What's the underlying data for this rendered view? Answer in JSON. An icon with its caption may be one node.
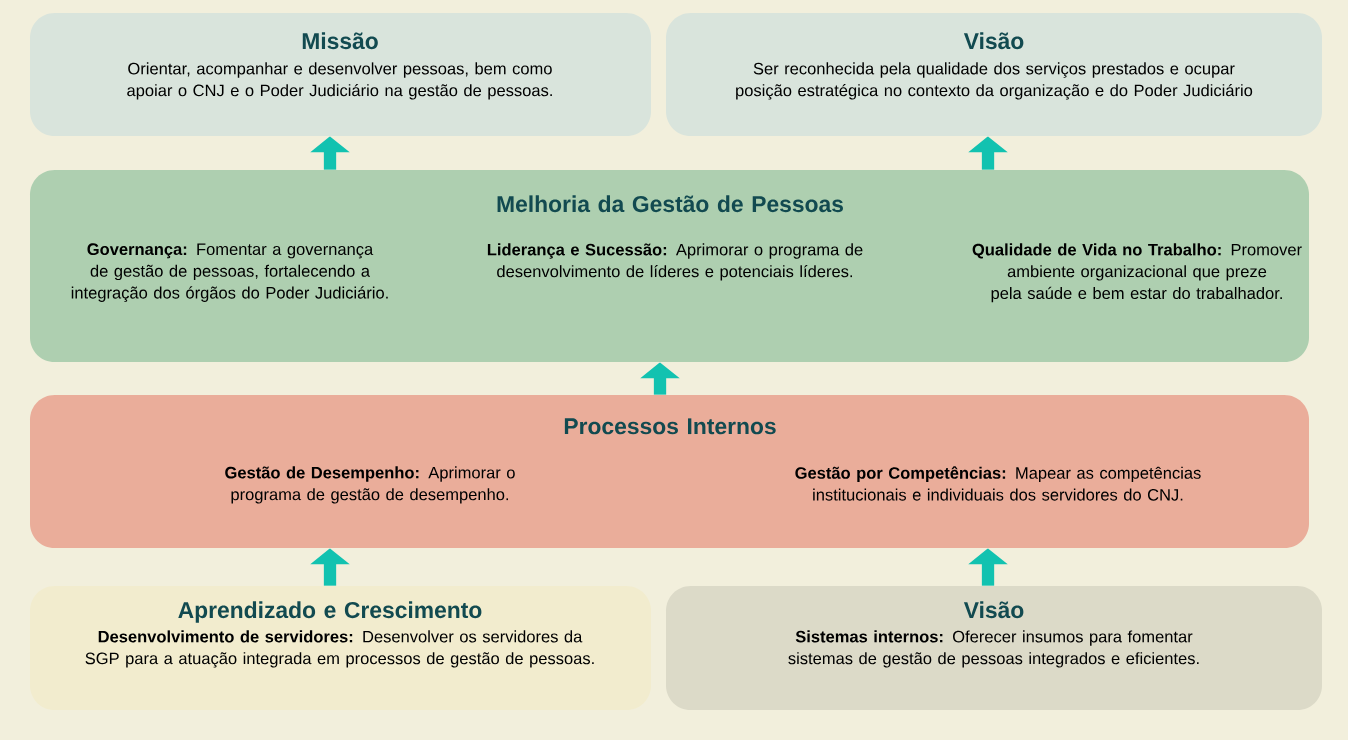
{
  "diagram": {
    "nodes": [
      {
        "text": [
          "Missão",
          "Orientar, acompanhar e desenvolver pessoas, bem como apoiar o CNJ e o Poder Judiciário na gestão de pessoas."
        ]
      },
      {
        "text": [
          "Visão",
          "Ser reconhecida pela qualidade dos serviços prestados e ocupar posição estratégica no contexto da organização e do Poder Judiciário"
        ]
      },
      {
        "text": [
          "Melhoria da Gestão de Pessoas",
          "**Governança:** Fomentar a governança de gestão de pessoas, fortalecendo a integração dos órgãos do Poder Judiciário.",
          "**Liderança e Sucessão:** Aprimorar o programa de desenvolvimento de líderes e potenciais líderes.",
          "**Qualidade de Vida no Trabalho:** Promover ambiente organizacional que preze pela saúde e bem estar do trabalhador."
        ]
      },
      {
        "text": [
          "Processos Internos",
          "**Gestão de Desempenho:** Aprimorar o programa de gestão de desempenho.",
          "**Gestão por Competências:** Mapear as competências institucionais e individuais dos servidores do CNJ."
        ]
      },
      {
        "text": [
          "Aprendizado e Crescimento",
          "**Desenvolvimento de servidores:** Desenvolver os servidores da SGP para a atuação integrada em processos de gestão de pessoas."
        ]
      },
      {
        "text": [
          "Visão",
          "**Sistemas internos:** Oferecer insumos para fomentar sistemas de gestão de pessoas integrados e eficientes."
        ]
      }
    ],
    "edges": [
      {
        "from": 2,
        "to": 0,
        "arrow": "to"
      },
      {
        "from": 2,
        "to": 1,
        "arrow": "to"
      },
      {
        "from": 3,
        "to": 2,
        "arrow": "to"
      },
      {
        "from": 4,
        "to": 3,
        "arrow": "to"
      },
      {
        "from": 5,
        "to": 3,
        "arrow": "to"
      }
    ]
  }
}
